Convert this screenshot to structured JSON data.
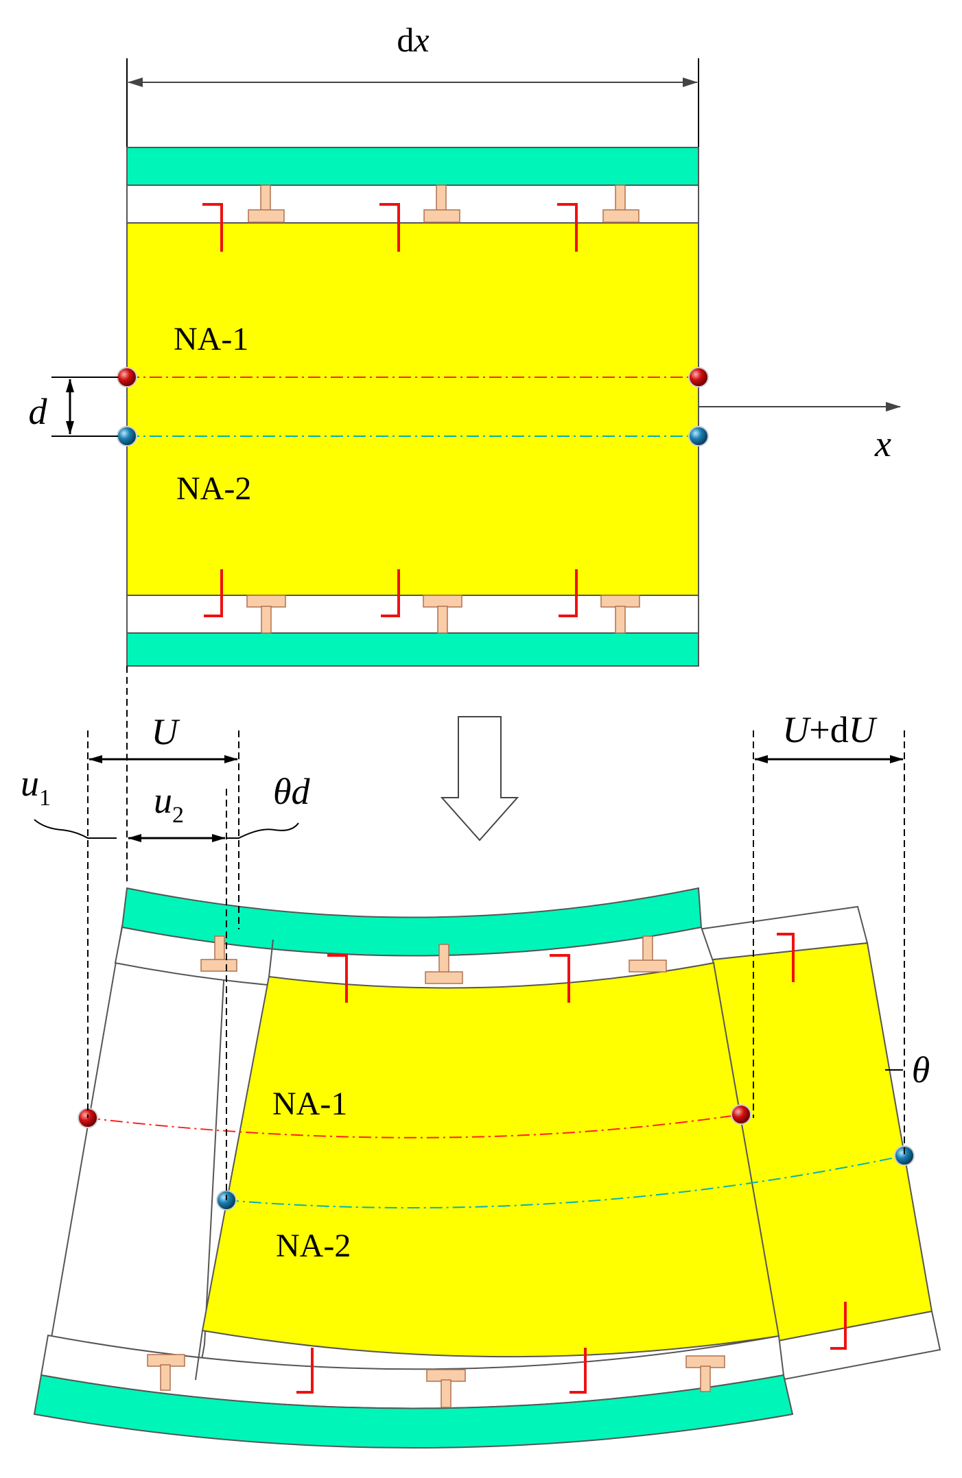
{
  "labels": {
    "dx_d": "d",
    "dx_x": "x",
    "x_axis": "x",
    "d_gap": "d",
    "na1_top": "NA-1",
    "na2_top": "NA-2",
    "U": "U",
    "u1_base": "u",
    "u1_sub": "1",
    "u2_base": "u",
    "u2_sub": "2",
    "theta_d": "θd",
    "UdU_U1": "U",
    "UdU_plus": "+d",
    "UdU_U2": "U",
    "na1_bottom": "NA-1",
    "na2_bottom": "NA-2",
    "theta": "θ"
  },
  "colors": {
    "concrete": "#ffff00",
    "steel_plate": "#00f5b8",
    "stud": "#f8cda8",
    "rebar": "#ee1111",
    "neutral_axis_1": "#ff2020",
    "neutral_axis_2": "#00b3b3",
    "point_red": "#d01010",
    "point_blue": "#1a7fb0"
  },
  "icons": {
    "transform_arrow": "hollow-down-arrow",
    "point_na1": "red-sphere",
    "point_na2": "blue-sphere"
  }
}
